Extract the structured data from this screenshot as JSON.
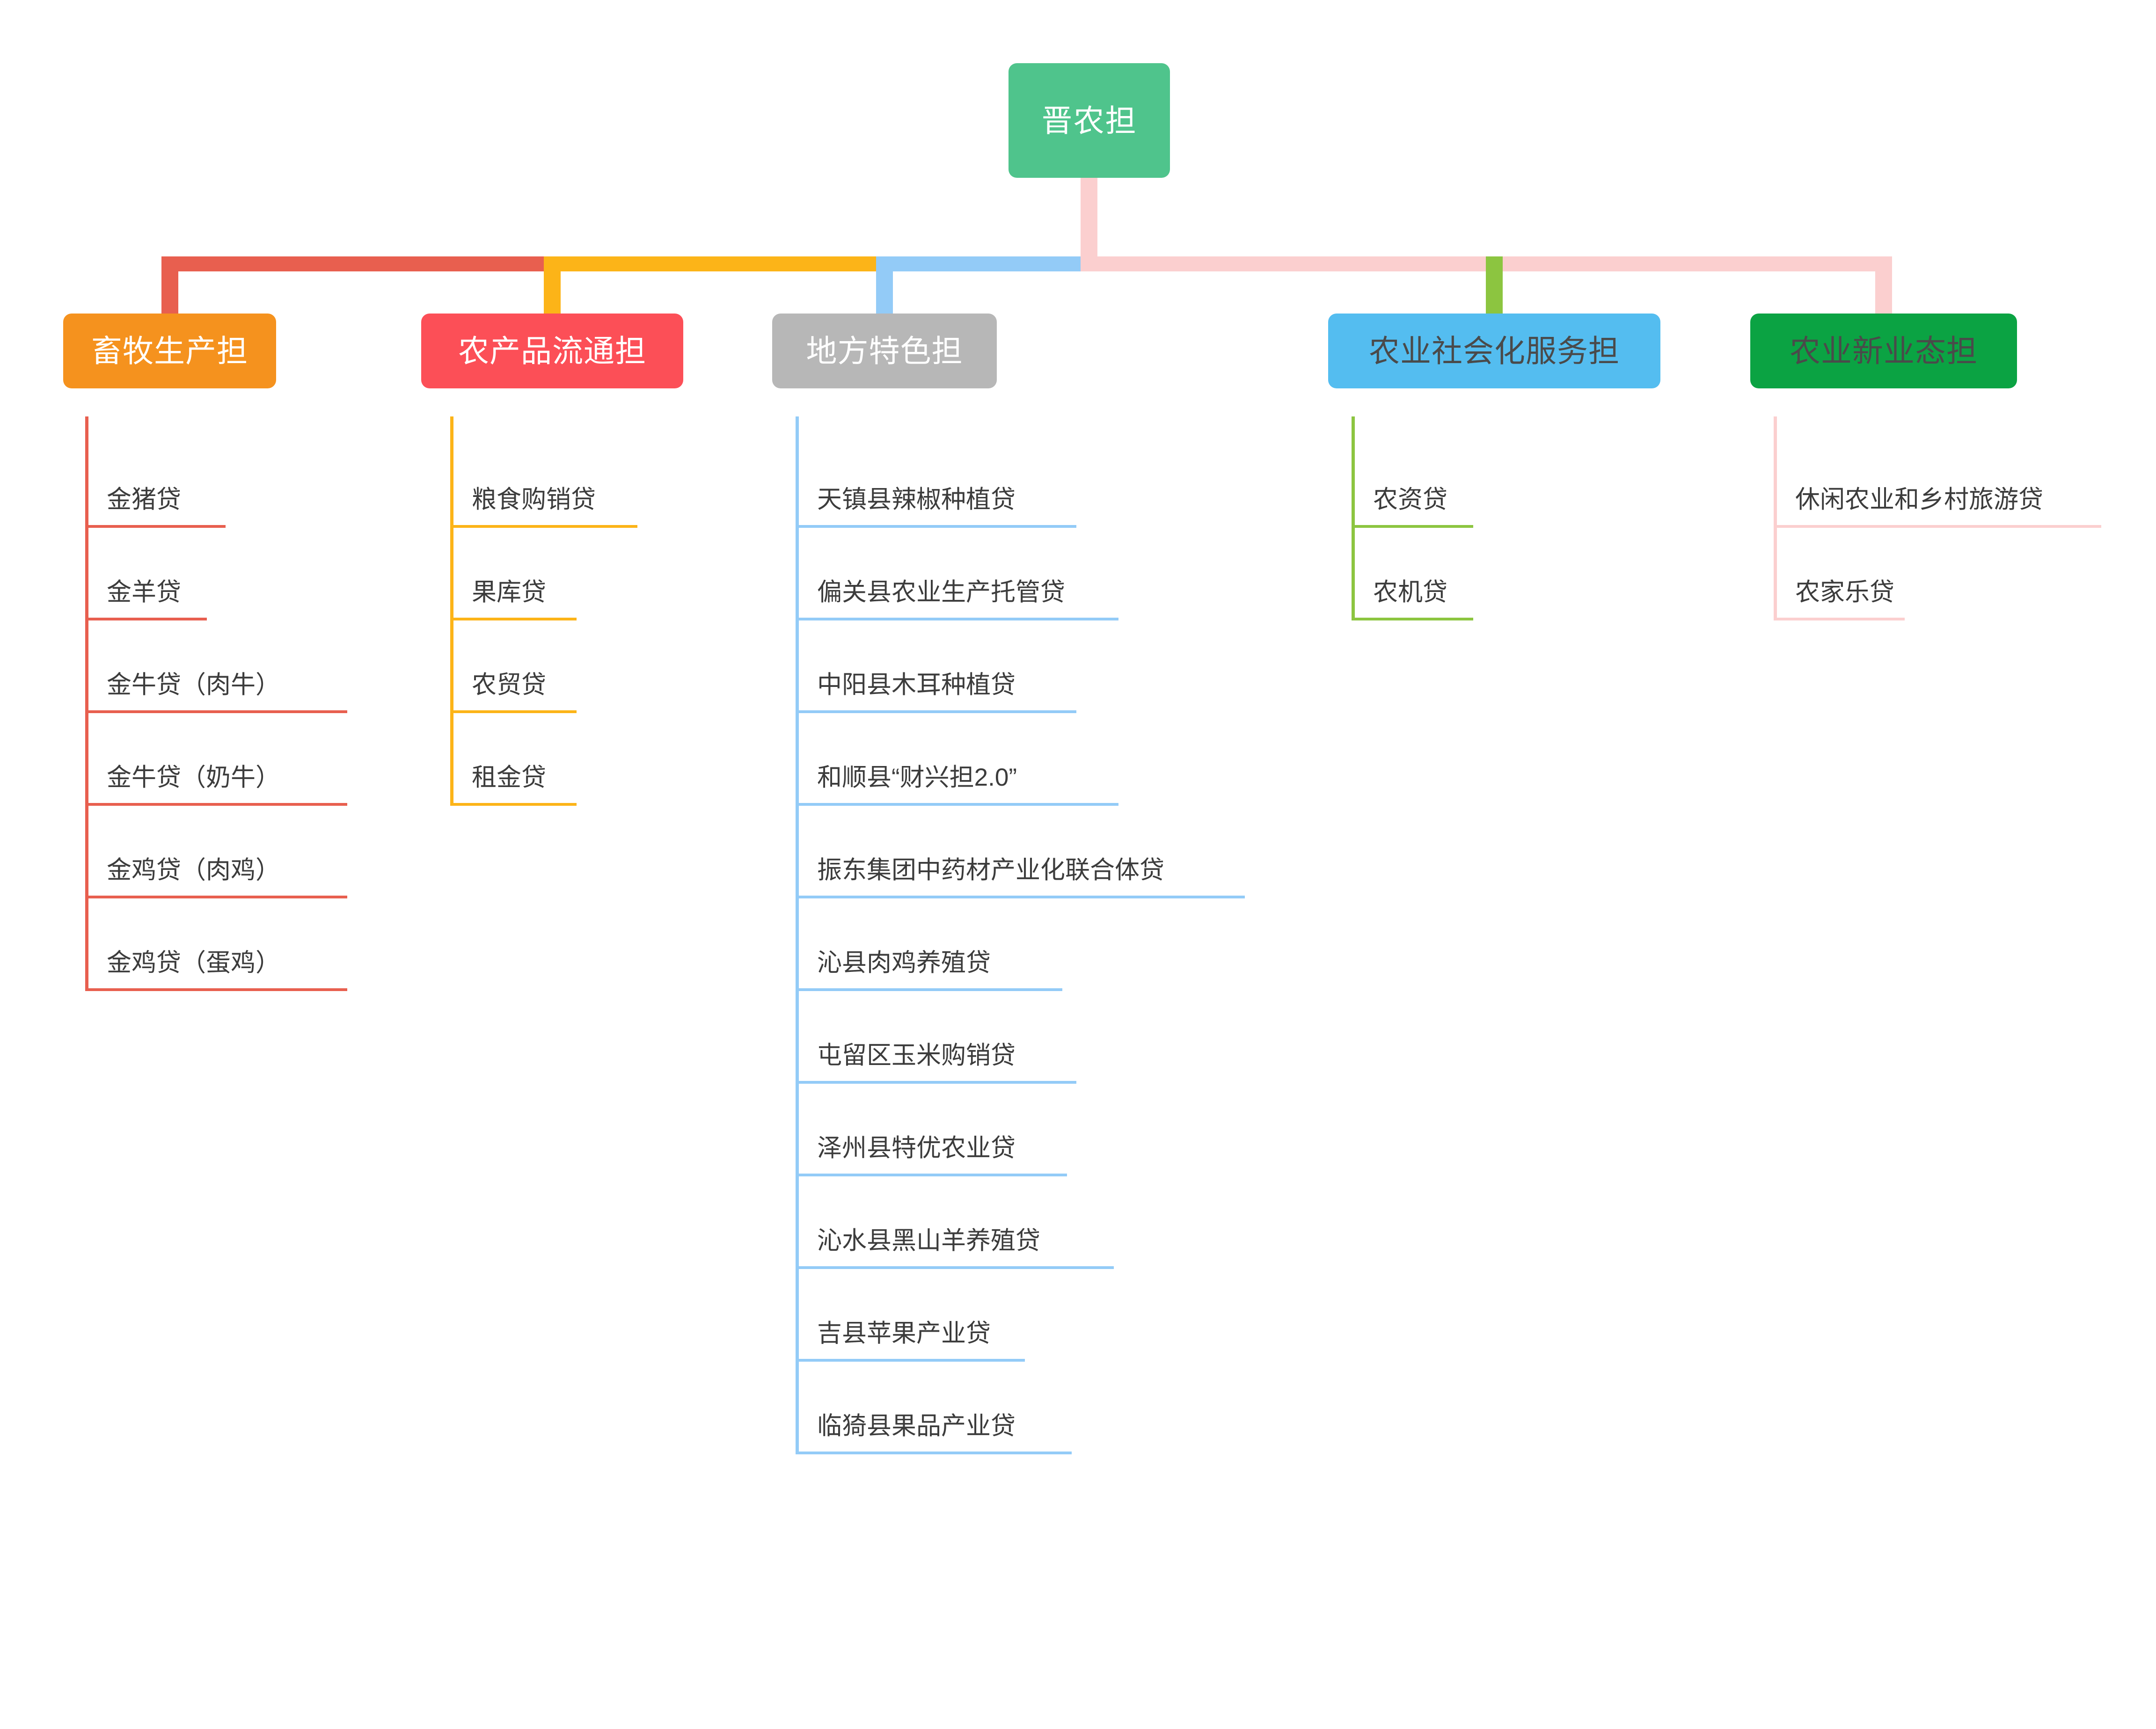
{
  "diagram": {
    "type": "org-tree",
    "orientation": "top-down",
    "root": {
      "label": "晋农担",
      "box_color": "#4fc48c",
      "text_color": "#ffffff",
      "connector_color": "#fbcfcf"
    },
    "branches": [
      {
        "label": "畜牧生产担",
        "box_color": "#f5921e",
        "text_color": "#ffffff",
        "connector_color": "#e85f4f",
        "items": [
          "金猪贷",
          "金羊贷",
          "金牛贷（肉牛）",
          "金牛贷（奶牛）",
          "金鸡贷（肉鸡）",
          "金鸡贷（蛋鸡）"
        ]
      },
      {
        "label": "农产品流通担",
        "box_color": "#fc4f57",
        "text_color": "#ffffff",
        "connector_color": "#fcb418",
        "items": [
          "粮食购销贷",
          "果库贷",
          "农贸贷",
          "租金贷"
        ]
      },
      {
        "label": "地方特色担",
        "box_color": "#b7b7b7",
        "text_color": "#ffffff",
        "connector_color": "#93cbf7",
        "items": [
          "天镇县辣椒种植贷",
          "偏关县农业生产托管贷",
          "中阳县木耳种植贷",
          "和顺县“财兴担2.0”",
          "振东集团中药材产业化联合体贷",
          "沁县肉鸡养殖贷",
          "屯留区玉米购销贷",
          "泽州县特优农业贷",
          "沁水县黑山羊养殖贷",
          "吉县苹果产业贷",
          "临猗县果品产业贷"
        ]
      },
      {
        "label": "农业社会化服务担",
        "box_color": "#54bdf0",
        "text_color": "#4a4a4a",
        "connector_color": "#8cc540",
        "items": [
          "农资贷",
          "农机贷"
        ]
      },
      {
        "label": "农业新业态担",
        "box_color": "#0ba343",
        "text_color": "#4a4a4a",
        "connector_color": "#fbcfcf",
        "items": [
          "休闲农业和乡村旅游贷",
          "农家乐贷"
        ]
      }
    ]
  }
}
